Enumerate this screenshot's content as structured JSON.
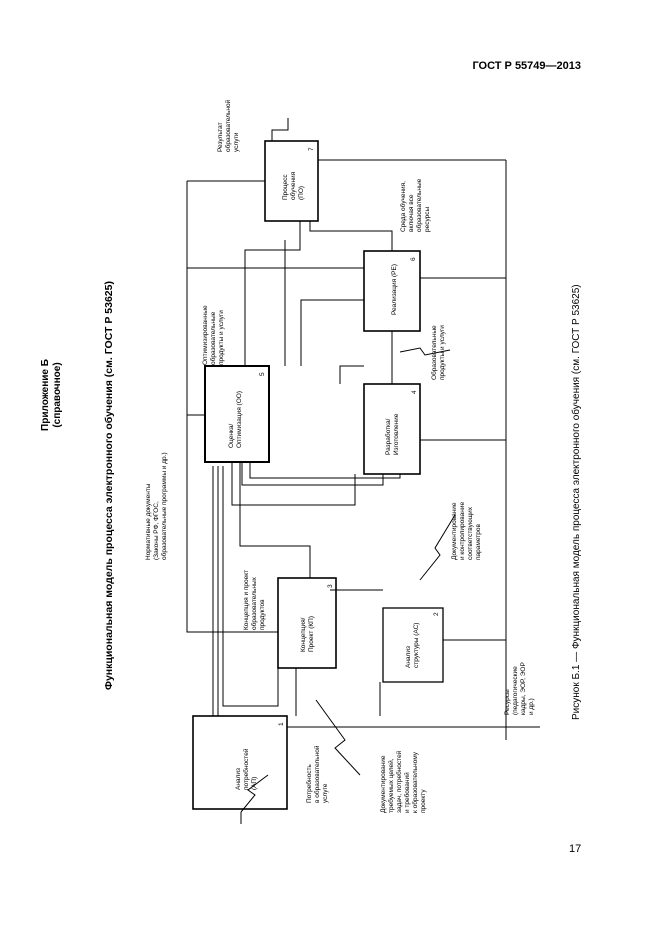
{
  "header": {
    "standard": "ГОСТ Р 55749—2013"
  },
  "appendix": {
    "line1": "Приложение Б",
    "line2": "(справочное)"
  },
  "title": "Функциональная модель процесса электронного обучения (см. ГОСТ Р 53625)",
  "caption": "Рисунок Б.1 — Функциональная модель процесса электронного обучения (см. ГОСТ Р 53625)",
  "page_number": "17",
  "blocks": [
    {
      "num": "1",
      "l1": "Анализ",
      "l2": "потребностей",
      "l3": "(АП)"
    },
    {
      "num": "2",
      "l1": "Анализ",
      "l2": "структуры (АС)",
      "l3": ""
    },
    {
      "num": "3",
      "l1": "Концепция/",
      "l2": "Проект (КП)",
      "l3": ""
    },
    {
      "num": "4",
      "l1": "Разработка/",
      "l2": "Изготовление",
      "l3": ""
    },
    {
      "num": "5",
      "l1": "Оценка/",
      "l2": "Оптимизация (ОО)",
      "l3": ""
    },
    {
      "num": "6",
      "l1": "Реализация (РЕ)",
      "l2": "",
      "l3": ""
    },
    {
      "num": "7",
      "l1": "Процесс",
      "l2": "обучения",
      "l3": "(ПО)"
    }
  ],
  "labels": {
    "need": [
      "Потребность",
      "в образовательной",
      "услуге"
    ],
    "result": [
      "Результат",
      "образовательной",
      "услуги"
    ],
    "documentation1": [
      "Документирование",
      "требуемых целей,",
      "задач, потребностей",
      "и требований",
      "к образовательному",
      "проекту"
    ],
    "documentation2": [
      "Документирование",
      "и контролирование",
      "соответствующих",
      "параметров"
    ],
    "normative": [
      "Нормативные документы",
      "(Законы РФ, ФГОС,",
      "образовательные программы и др.)"
    ],
    "resources": [
      "Ресурсы",
      "(педагогические",
      "кадры, ЭОР, ЭОР",
      "и др.)"
    ],
    "concept": [
      "Концепция и проект",
      "образовательных",
      "продуктов"
    ],
    "optimized": [
      "Оптимизированные",
      "образовательные",
      "продукты и услуги"
    ],
    "edu_products": [
      "Образовательные",
      "продукты и услуги"
    ],
    "learning_env": [
      "Среда обучения,",
      "включая все",
      "образовательные",
      "ресурсы"
    ]
  }
}
